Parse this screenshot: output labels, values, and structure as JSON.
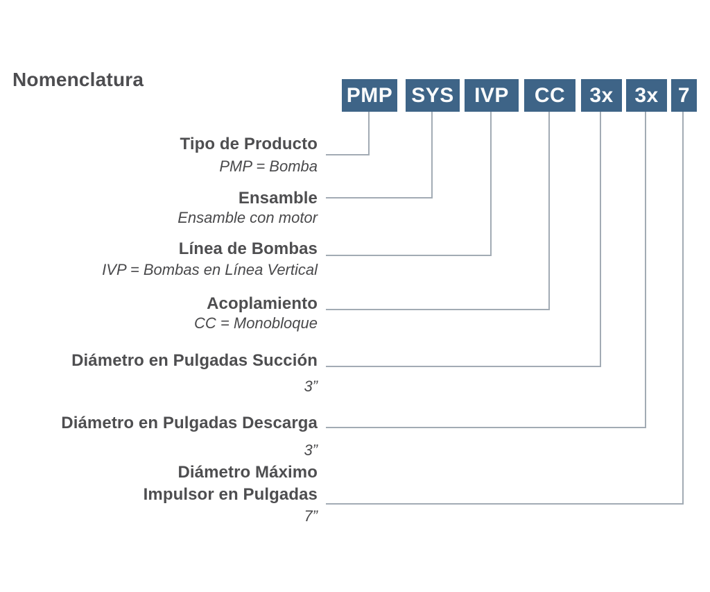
{
  "title": "Nomenclatura",
  "colors": {
    "background": "#ffffff",
    "box_bg": "#3e6487",
    "box_text": "#fafbfc",
    "connector": "#a2abb4",
    "heading_text": "#4e4e50",
    "subtitle_text": "#49494b"
  },
  "code_boxes": [
    {
      "code": "PMP"
    },
    {
      "code": "SYS"
    },
    {
      "code": "IVP"
    },
    {
      "code": "CC"
    },
    {
      "code": "3x"
    },
    {
      "code": "3x"
    },
    {
      "code": "7"
    }
  ],
  "rows": [
    {
      "heading": "Tipo de Producto",
      "subtitle": "PMP = Bomba"
    },
    {
      "heading": "Ensamble",
      "subtitle": "Ensamble con motor"
    },
    {
      "heading": "Línea de Bombas",
      "subtitle": "IVP = Bombas en Línea Vertical"
    },
    {
      "heading": "Acoplamiento",
      "subtitle": "CC = Monobloque"
    },
    {
      "heading": "Diámetro en Pulgadas Succión",
      "subtitle": "3”"
    },
    {
      "heading": "Diámetro en Pulgadas Descarga",
      "subtitle": "3”"
    },
    {
      "heading": "Diámetro Máximo\nImpulsor en Pulgadas",
      "subtitle": "7”"
    }
  ]
}
